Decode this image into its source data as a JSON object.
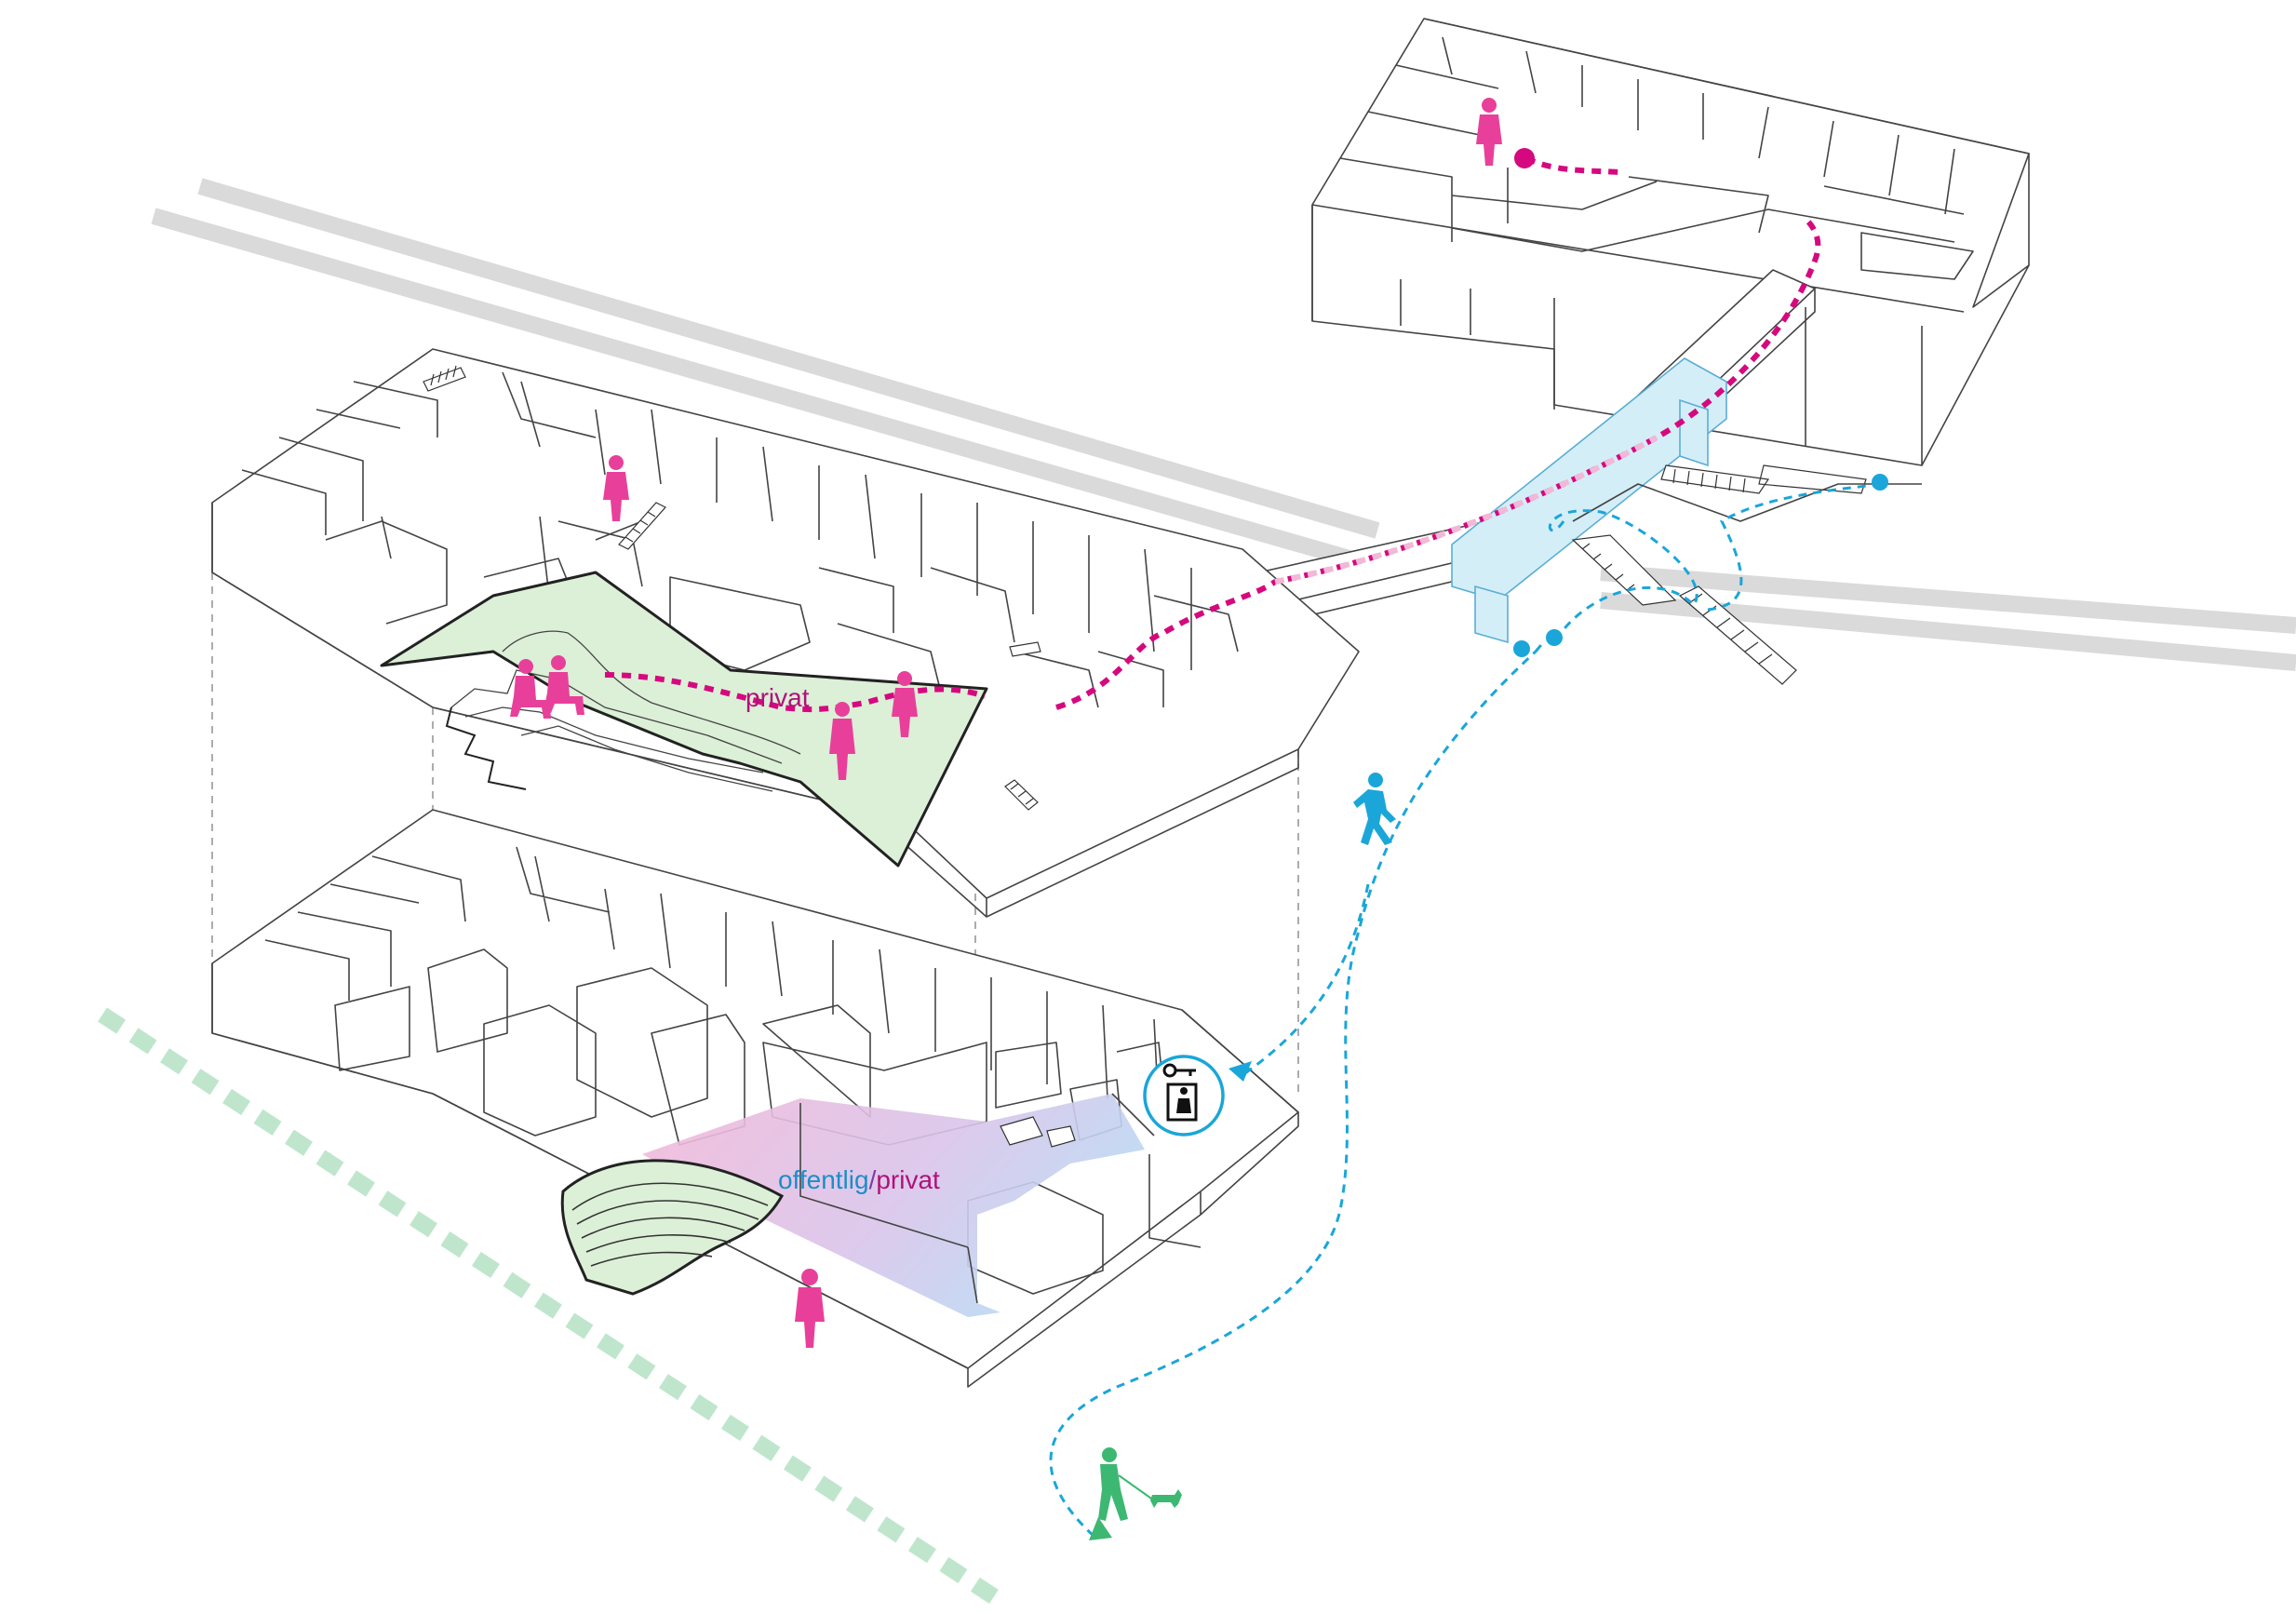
{
  "labels": {
    "upper_zone": "privat",
    "lower_zone_public": "offentlig",
    "lower_zone_separator": "/",
    "lower_zone_private": "privat"
  },
  "colors": {
    "private_path": "#d6087f",
    "public_path": "#1aa6d9",
    "person_private": "#e8409a",
    "person_public": "#1aa6d9",
    "person_walker": "#3db872",
    "courtyard_green": "#dcefd7",
    "bridge_blue": "#d4eef8",
    "road_grey": "#dadada",
    "boundary_green": "#bfe6cc"
  },
  "icons": {
    "entrance": "door-key-access-icon"
  }
}
